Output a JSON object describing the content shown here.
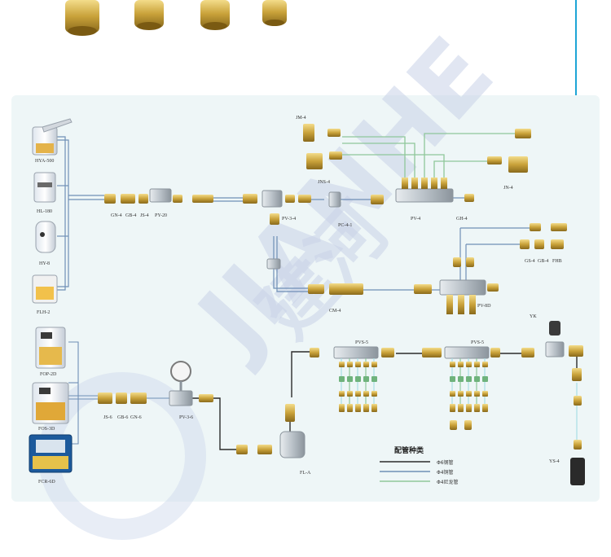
{
  "colors": {
    "panel_bg": "#eef6f7",
    "pipe_steel": "#2b2b2b",
    "pipe_copper": "#6f8fb6",
    "pipe_nylon": "#8fc79a",
    "pipe_cyan": "#a9dfe6",
    "arrow": "#1ea5d6",
    "brass": "#c9a23a"
  },
  "watermark": {
    "latin": "JIANHE",
    "chinese": "建河"
  },
  "units": {
    "hya500": "HYA-500",
    "hl180": "HL-180",
    "hy8": "HY-8",
    "flh2": "FLH-2",
    "fop2d": "FOP-2D",
    "fos3d": "FOS-3D",
    "fcr6d": "FCR-6D"
  },
  "fittings": {
    "gn4": "GN-4",
    "gb4": "GB-4",
    "js4": "JS-4",
    "py20": "PY-20",
    "pv34": "PV-3-4",
    "pc41": "PC-4-1",
    "pv4": "PV-4",
    "gh4": "GH-4",
    "jm4": "JM-4",
    "jns4": "JNS-4",
    "jn4": "JN-4",
    "gs4": "GS-4",
    "gb4b": "GB-4",
    "fhb": "FHB",
    "cm4": "CM-4",
    "pv8d": "PV-8D",
    "yk": "YK",
    "pvs5a": "PVS-5",
    "pvs5b": "PVS-5",
    "js6": "JS-6",
    "gb6": "GB-6",
    "gn6": "GN-6",
    "pv36": "PV-3-6",
    "fla": "FL-A",
    "ys4": "YS-4"
  },
  "legend": {
    "title": "配管种类",
    "items": [
      {
        "label": "Φ6钢管",
        "color": "#2b2b2b"
      },
      {
        "label": "Φ4铜管",
        "color": "#6f8fb6"
      },
      {
        "label": "Φ4尼龙管",
        "color": "#8fc79a"
      }
    ]
  }
}
